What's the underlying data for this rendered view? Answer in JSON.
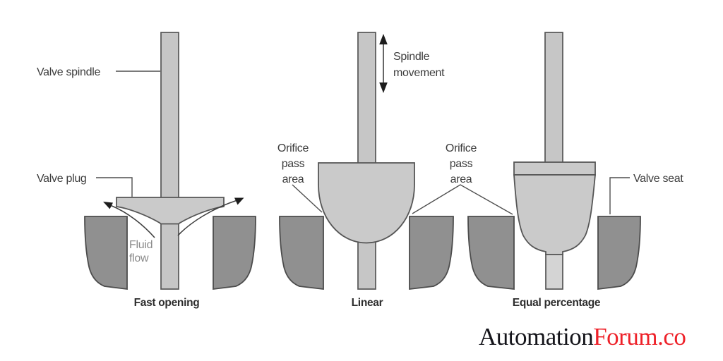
{
  "diagram": {
    "labels": {
      "valve_spindle": "Valve spindle",
      "valve_plug": "Valve plug",
      "fluid_flow": [
        "Fluid",
        "flow"
      ],
      "spindle_movement": [
        "Spindle",
        "movement"
      ],
      "orifice_pass_area": [
        "Orifice",
        "pass",
        "area"
      ],
      "valve_seat": "Valve seat"
    },
    "captions": {
      "fast_opening": "Fast opening",
      "linear": "Linear",
      "equal_percentage": "Equal percentage"
    },
    "watermark": {
      "brand_black": "Automation",
      "brand_red": "Forum.co"
    },
    "colors": {
      "background": "#ffffff",
      "plug_fill": "#cacaca",
      "spindle_fill": "#c6c6c6",
      "stem_fill": "#d4d4d4",
      "seat_fill": "#909090",
      "outline": "#565656",
      "label_text": "#3c3c3c",
      "muted_text": "#8a8a8a",
      "watermark_black": "#14141a",
      "watermark_red": "#ee2129"
    }
  }
}
